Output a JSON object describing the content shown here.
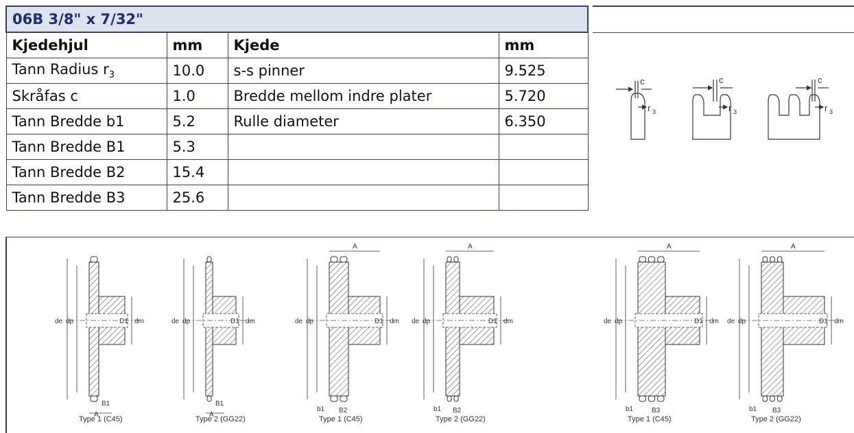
{
  "title": "06B 3/8\" x 7/32\"",
  "headers": {
    "kjedehjul": "Kjedehjul",
    "mm1": "mm",
    "kjede": "Kjede",
    "mm2": "mm"
  },
  "rows": [
    {
      "label": "Tann Radius r",
      "sub": "3",
      "value": "10.0",
      "chain_label": "s-s pinner",
      "chain_value": "9.525"
    },
    {
      "label": "Skråfas c",
      "value": "1.0",
      "chain_label": "Bredde mellom indre plater",
      "chain_value": "5.720"
    },
    {
      "label": "Tann Bredde b1",
      "value": "5.2",
      "chain_label": "Rulle diameter",
      "chain_value": "6.350"
    },
    {
      "label": "Tann Bredde B1",
      "value": "5.3",
      "chain_label": "",
      "chain_value": ""
    },
    {
      "label": "Tann Bredde B2",
      "value": "15.4",
      "chain_label": "",
      "chain_value": ""
    },
    {
      "label": "Tann Bredde B3",
      "value": "25.6",
      "chain_label": "",
      "chain_value": ""
    }
  ],
  "profile_labels": {
    "c": "c",
    "r": "r",
    "r_sub": "3"
  },
  "drawing_labels": {
    "de": "de",
    "dp": "dp",
    "dm": "dm",
    "D1": "D1",
    "A": "A",
    "B1": "B1",
    "B2": "B2",
    "B3": "B3",
    "b1": "b1"
  },
  "drawing_captions": [
    "Type 1 (C45)",
    "Type 2 (GG22)",
    "Type 1 (C45)",
    "Type 2 (GG22)",
    "Type 1 (C45)",
    "Type 2 (GG22)"
  ],
  "colors": {
    "title_bg": "#dce3ef",
    "title_text": "#1f2f6e",
    "border": "#3c3f5a"
  }
}
